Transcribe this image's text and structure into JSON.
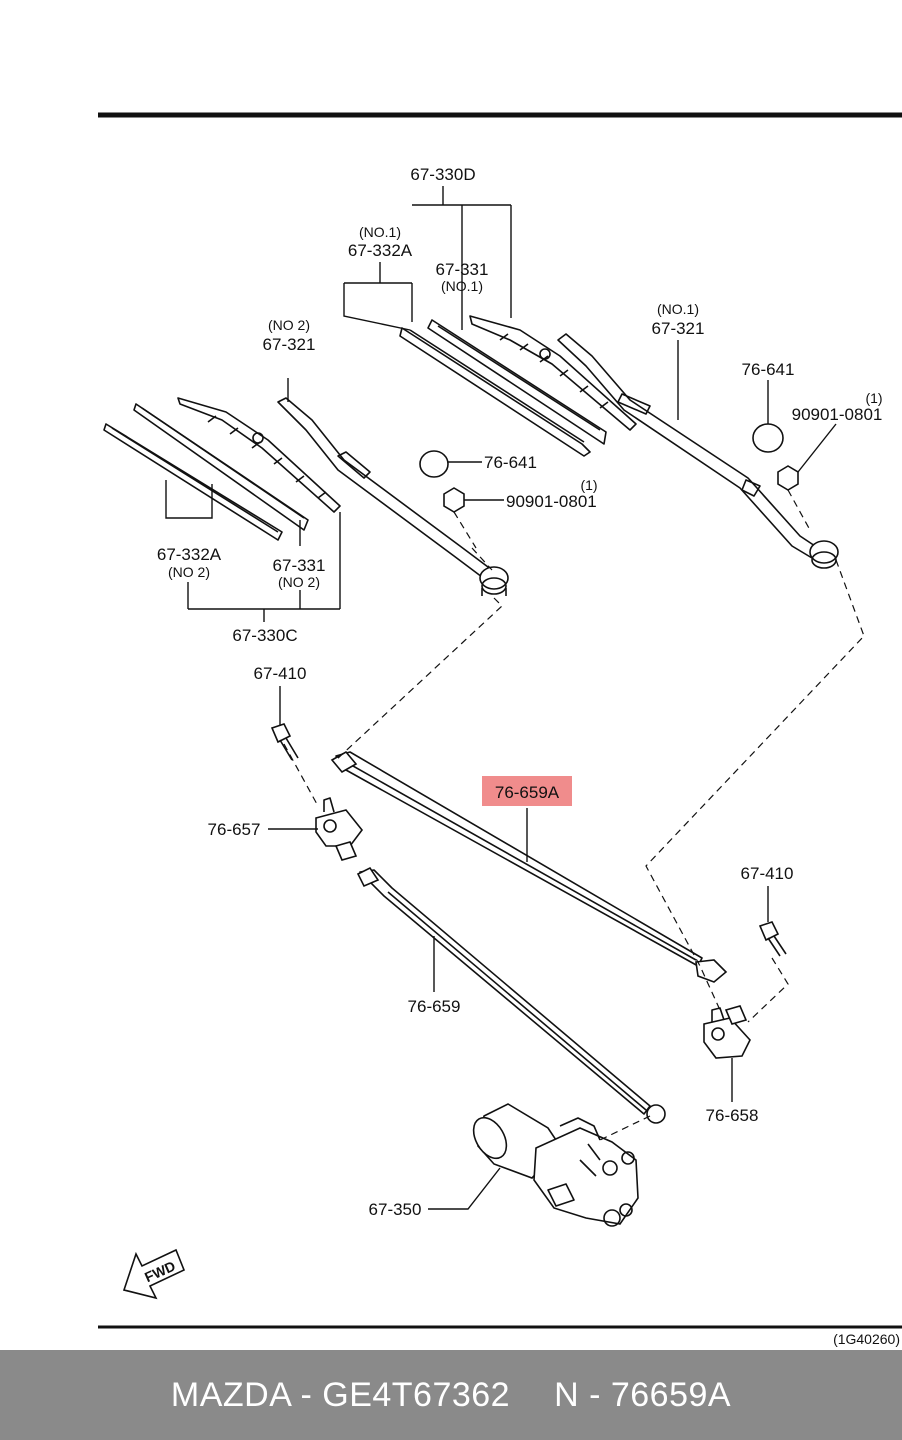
{
  "diagram": {
    "ref_code": "(1G40260)",
    "fwd_label": "FWD",
    "highlight_color": "#f08c8c",
    "callouts": {
      "c67_330D": "67-330D",
      "no1_a": "(NO.1)",
      "c67_332A_top": "67-332A",
      "c67_331_top": "67-331",
      "no1_b": "(NO.1)",
      "no1_c": "(NO.1)",
      "c67_321_right": "67-321",
      "no2_a": "(NO 2)",
      "c67_321_left": "67-321",
      "c76_641_right": "76-641",
      "q1_right": "(1)",
      "c90901_right": "90901-0801",
      "c76_641_mid": "76-641",
      "q1_mid": "(1)",
      "c90901_mid": "90901-0801",
      "c67_332A_left": "67-332A",
      "no2_b": "(NO 2)",
      "c67_331_left": "67-331",
      "no2_c": "(NO 2)",
      "c67_330C": "67-330C",
      "c67_410_left": "67-410",
      "c76_659A": "76-659A",
      "c76_657": "76-657",
      "c67_410_right": "67-410",
      "c76_659": "76-659",
      "c76_658": "76-658",
      "c67_350": "67-350"
    }
  },
  "footer": {
    "brand_part": "MAZDA - GE4T67362",
    "ref_part": "N - 76659A"
  }
}
